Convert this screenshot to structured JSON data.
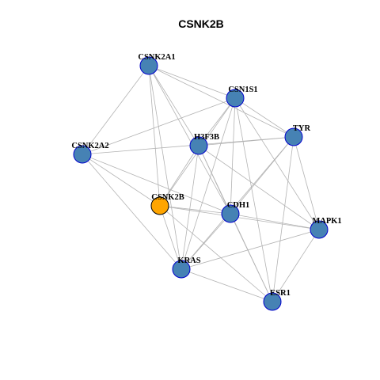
{
  "title": "CSNK2B",
  "colors": {
    "node_fill": "#4682b4",
    "node_stroke": "#0000cd",
    "focus_fill": "#ffa500",
    "focus_stroke": "#000000",
    "edge": "#b3b3b3"
  },
  "nodes": [
    {
      "id": "CSNK2A1",
      "label": "CSNK2A1",
      "focus": false
    },
    {
      "id": "CSN1S1",
      "label": "CSN1S1",
      "focus": false
    },
    {
      "id": "TYR",
      "label": "TYR",
      "focus": false
    },
    {
      "id": "H3F3B",
      "label": "H3F3B",
      "focus": false
    },
    {
      "id": "CSNK2A2",
      "label": "CSNK2A2",
      "focus": false
    },
    {
      "id": "CSNK2B",
      "label": "CSNK2B",
      "focus": true
    },
    {
      "id": "CDH1",
      "label": "CDH1",
      "focus": false
    },
    {
      "id": "MAPK1",
      "label": "MAPK1",
      "focus": false
    },
    {
      "id": "KRAS",
      "label": "KRAS",
      "focus": false
    },
    {
      "id": "ESR1",
      "label": "ESR1",
      "focus": false
    }
  ],
  "edges": [
    [
      "CSNK2A1",
      "CSN1S1"
    ],
    [
      "CSNK2A1",
      "TYR"
    ],
    [
      "CSNK2A1",
      "H3F3B"
    ],
    [
      "CSNK2A1",
      "CSNK2A2"
    ],
    [
      "CSNK2A1",
      "CSNK2B"
    ],
    [
      "CSNK2A1",
      "CDH1"
    ],
    [
      "CSNK2A1",
      "KRAS"
    ],
    [
      "CSN1S1",
      "TYR"
    ],
    [
      "CSN1S1",
      "H3F3B"
    ],
    [
      "CSN1S1",
      "CSNK2A2"
    ],
    [
      "CSN1S1",
      "CSNK2B"
    ],
    [
      "CSN1S1",
      "CDH1"
    ],
    [
      "CSN1S1",
      "MAPK1"
    ],
    [
      "CSN1S1",
      "KRAS"
    ],
    [
      "CSN1S1",
      "ESR1"
    ],
    [
      "TYR",
      "H3F3B"
    ],
    [
      "TYR",
      "CSNK2A2"
    ],
    [
      "TYR",
      "CDH1"
    ],
    [
      "TYR",
      "MAPK1"
    ],
    [
      "TYR",
      "KRAS"
    ],
    [
      "TYR",
      "ESR1"
    ],
    [
      "H3F3B",
      "CSNK2B"
    ],
    [
      "H3F3B",
      "CDH1"
    ],
    [
      "H3F3B",
      "MAPK1"
    ],
    [
      "H3F3B",
      "KRAS"
    ],
    [
      "H3F3B",
      "ESR1"
    ],
    [
      "CSNK2A2",
      "CSNK2B"
    ],
    [
      "CSNK2A2",
      "CDH1"
    ],
    [
      "CSNK2A2",
      "KRAS"
    ],
    [
      "CSNK2B",
      "CDH1"
    ],
    [
      "CSNK2B",
      "MAPK1"
    ],
    [
      "CSNK2B",
      "KRAS"
    ],
    [
      "CSNK2B",
      "ESR1"
    ],
    [
      "CDH1",
      "MAPK1"
    ],
    [
      "CDH1",
      "KRAS"
    ],
    [
      "CDH1",
      "ESR1"
    ],
    [
      "MAPK1",
      "KRAS"
    ],
    [
      "MAPK1",
      "ESR1"
    ],
    [
      "KRAS",
      "ESR1"
    ]
  ]
}
